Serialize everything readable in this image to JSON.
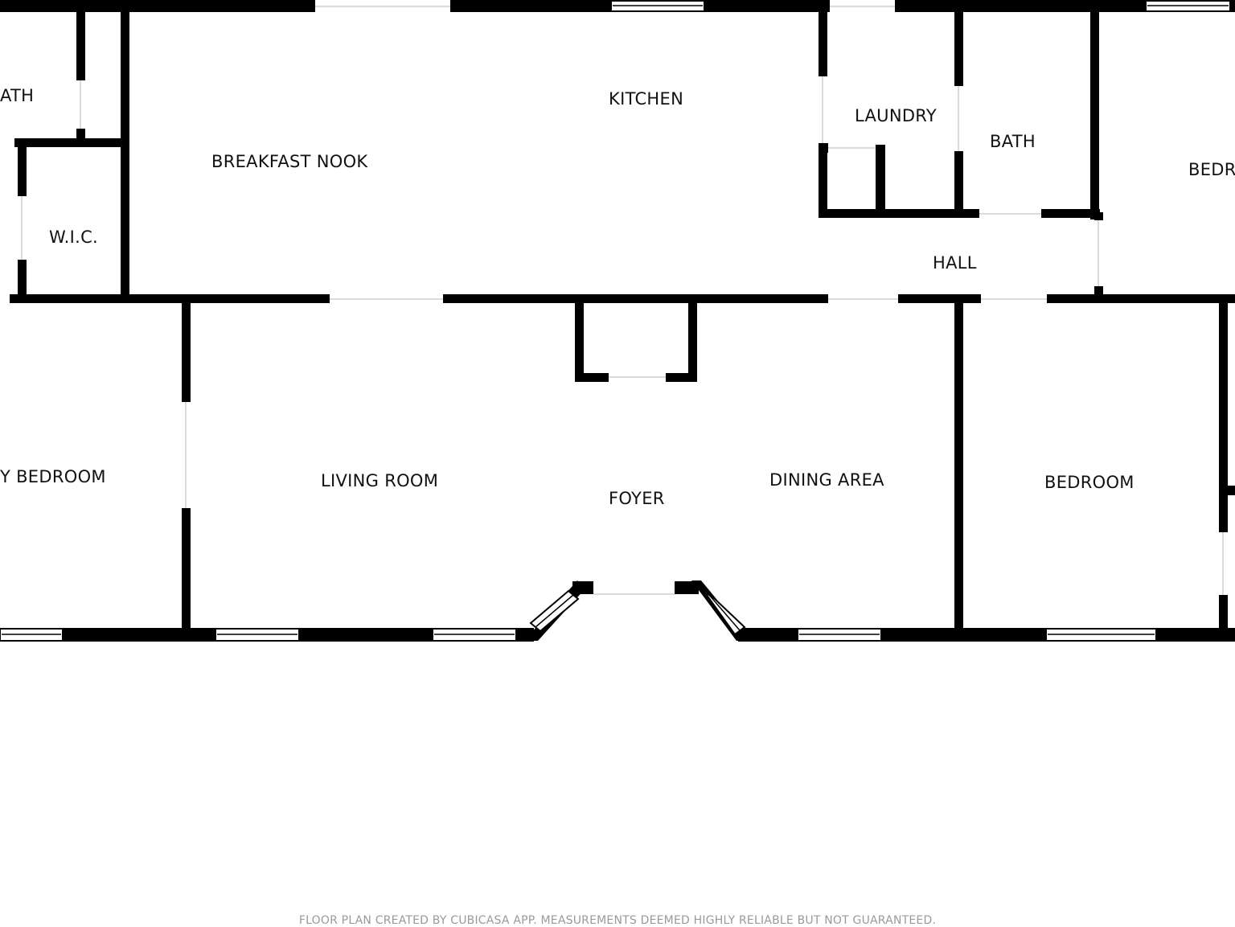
{
  "colors": {
    "wall": "#000000",
    "background": "#ffffff",
    "label": "#111111",
    "footer": "#9a9a9a"
  },
  "rooms": {
    "bath_left": "ATH",
    "breakfast_nook": "BREAKFAST NOOK",
    "kitchen": "KITCHEN",
    "laundry": "LAUNDRY",
    "bath": "BATH",
    "bedroom_right_upper": "BEDR",
    "wic": "W.I.C.",
    "hall": "HALL",
    "bedroom_left": "Y BEDROOM",
    "living_room": "LIVING ROOM",
    "foyer": "FOYER",
    "dining_area": "DINING AREA",
    "bedroom": "BEDROOM"
  },
  "footer": {
    "note": "FLOOR PLAN CREATED BY CUBICASA APP. MEASUREMENTS DEEMED HIGHLY RELIABLE BUT NOT GUARANTEED."
  }
}
